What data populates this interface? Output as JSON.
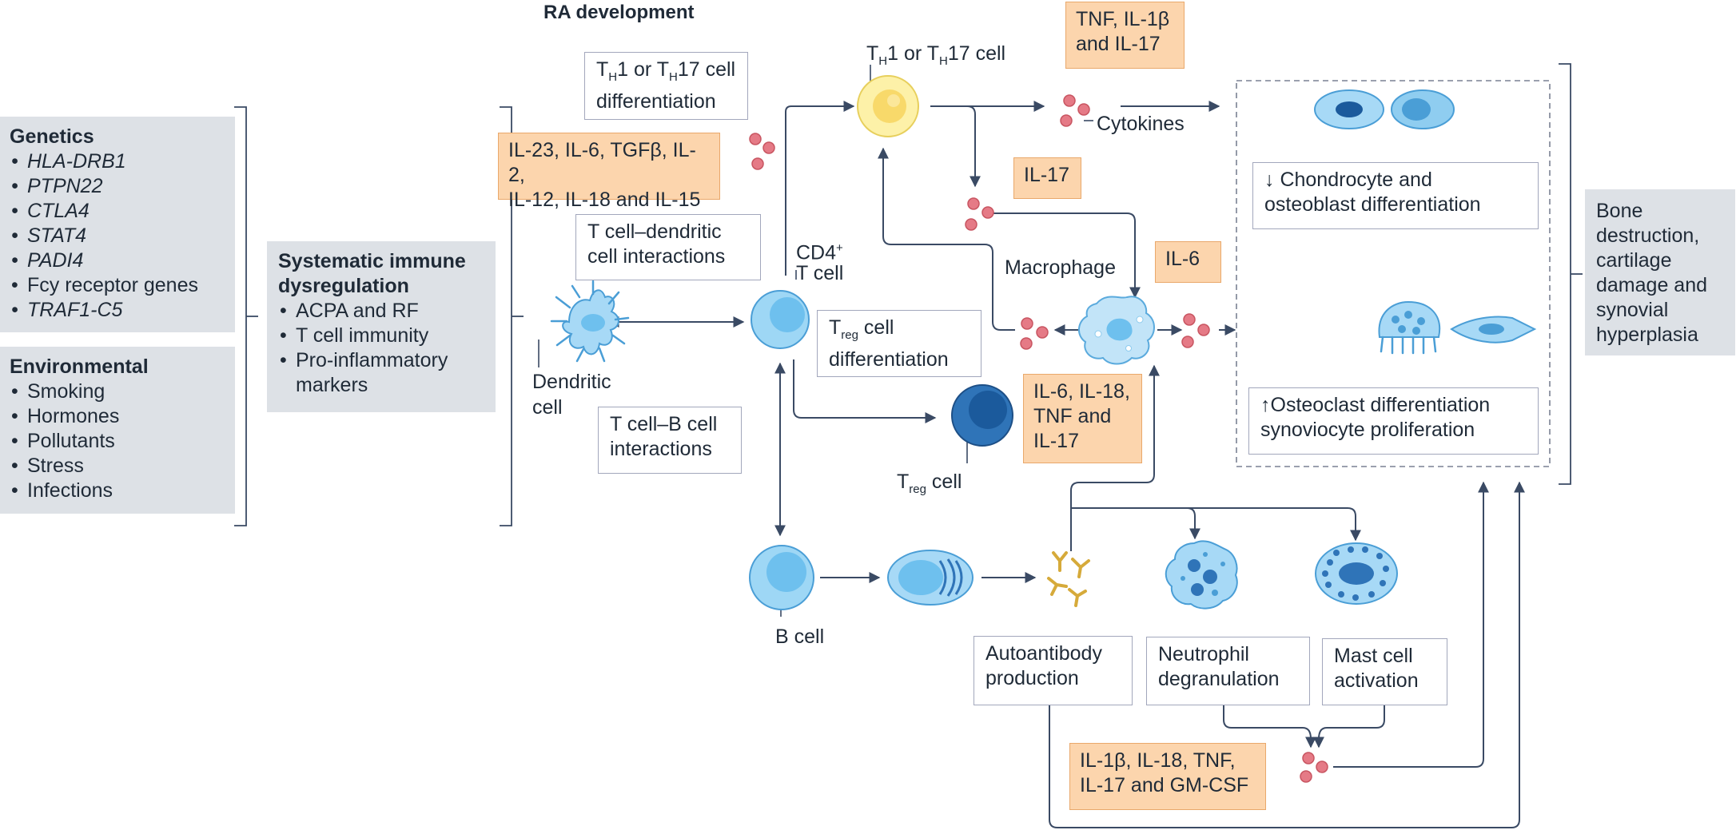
{
  "title": "RA development",
  "genetics": {
    "heading": "Genetics",
    "items": [
      "HLA-DRB1",
      "PTPN22",
      "CTLA4",
      "STAT4",
      "PADI4",
      "Fcy receptor genes",
      "TRAF1-C5"
    ]
  },
  "environmental": {
    "heading": "Environmental",
    "items": [
      "Smoking",
      "Hormones",
      "Pollutants",
      "Stress",
      "Infections"
    ]
  },
  "immune": {
    "heading_line1": "Systematic immune",
    "heading_line2": "dysregulation",
    "items": [
      "ACPA and RF",
      "T cell immunity",
      "Pro-inflammatory markers"
    ]
  },
  "outcome": [
    "Bone",
    "destruction,",
    "cartilage",
    "damage and",
    "synovial",
    "hyperplasia"
  ],
  "cells": {
    "th_prefix": "T",
    "th_sub": "H",
    "th_mid": "1 or T",
    "th_sub2": "H",
    "th_suffix": "17 cell",
    "cd4_line1": "CD4",
    "cd4_sup": "+",
    "cd4_line2": "T cell",
    "dendritic_line1": "Dendritic",
    "dendritic_line2": "cell",
    "macrophage": "Macrophage",
    "treg_t": "T",
    "treg_sub": "reg",
    "treg_suffix": " cell",
    "bcell": "B cell",
    "cytokines": "Cytokines"
  },
  "callouts": {
    "th_diff_prefix": "T",
    "th_diff_sub": "H",
    "th_diff_mid": "1 or T",
    "th_diff_sub2": "H",
    "th_diff_suffix": "17 cell",
    "th_diff_line2": "differentiation",
    "tdc_line1": "T cell–dendritic",
    "tdc_line2": "cell interactions",
    "treg_diff_t": "T",
    "treg_diff_sub": "reg",
    "treg_diff_suffix": " cell",
    "treg_diff_line2": "differentiation",
    "tb_line1": "T cell–B cell",
    "tb_line2": "interactions",
    "chondro_line1": "↓ Chondrocyte and",
    "chondro_line2": "osteoblast differentiation",
    "osteo_line1": "↑Osteoclast differentiation",
    "osteo_line2": "synoviocyte proliferation",
    "auto_line1": "Autoantibody",
    "auto_line2": "production",
    "neut_line1": "Neutrophil",
    "neut_line2": "degranulation",
    "mast_line1": "Mast cell",
    "mast_line2": "activation"
  },
  "cytokine_boxes": {
    "tnf_line1": "TNF, IL-1β",
    "tnf_line2": "and IL-17",
    "il23_line1": "IL-23, IL-6, TGFβ, IL-2,",
    "il23_line2": "IL-12, IL-18 and IL-15",
    "il17": "IL-17",
    "il6": "IL-6",
    "il6_18_line1": "IL-6, IL-18,",
    "il6_18_line2": "TNF and",
    "il6_18_line3": "IL-17",
    "il1b_line1": "IL-1β, IL-18, TNF,",
    "il1b_line2": "IL-17 and GM-CSF"
  },
  "colors": {
    "grey_box": "#dde1e6",
    "orange_box": "#fcd5ad",
    "cell_blue": "#8fcdf0",
    "treg_blue": "#2f74b8",
    "th_yellow": "#fdf1a8",
    "cytokine_pink": "#e57a86",
    "arrow": "#3a4a64",
    "antibody": "#d6aa3a"
  }
}
